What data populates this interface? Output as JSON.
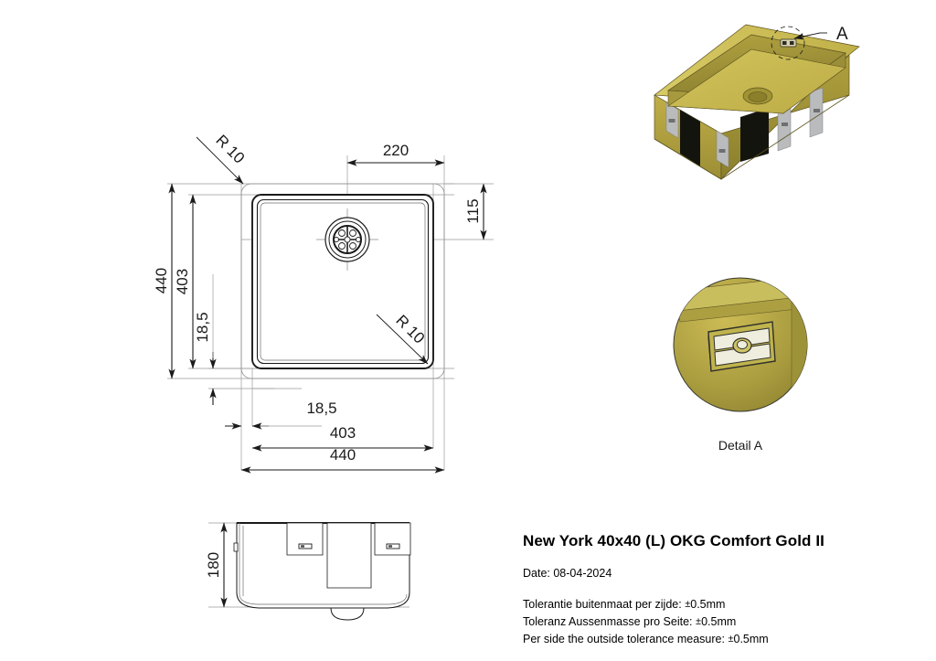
{
  "document": {
    "type": "technical-drawing",
    "sheet_background": "#ffffff",
    "line_color": "#1a1a1a"
  },
  "title_block": {
    "product_title": "New York 40x40 (L) OKG Comfort Gold II",
    "date_label": "Date: 08-04-2024",
    "tolerance_nl": "Tolerantie buitenmaat per zijde:",
    "tolerance_de": "Toleranz Aussenmasse pro Seite:",
    "tolerance_en": "Per side the outside tolerance measure:",
    "tolerance_value": "0.5mm",
    "tolerance_sign": "±"
  },
  "top_view": {
    "dimensions": {
      "outer_width": "440",
      "inner_width": "403",
      "rim_offset_bottom": "18,5",
      "outer_height": "440",
      "inner_height": "403",
      "rim_offset_left": "18,5",
      "drain_to_right_edge": "220",
      "drain_to_top_edge": "115"
    },
    "radius_callouts": [
      {
        "label": "R  10",
        "position": "top-left"
      },
      {
        "label": "R  10",
        "position": "bottom-right"
      }
    ]
  },
  "front_view": {
    "dimensions": {
      "depth": "180"
    }
  },
  "iso_view": {
    "callout_label": "A",
    "colors": {
      "gold_light": "#cdbc52",
      "gold_mid": "#bdab46",
      "gold_dark": "#9a8c35",
      "gold_deep": "#7f7328",
      "clip_gray": "#b9bbbd",
      "pad_dark": "#14140f"
    }
  },
  "detail_view": {
    "caption": "Detail A",
    "colors": {
      "gold_light": "#c9b84f",
      "gold_mid": "#a79a3f",
      "gold_dark": "#8e8230"
    }
  }
}
